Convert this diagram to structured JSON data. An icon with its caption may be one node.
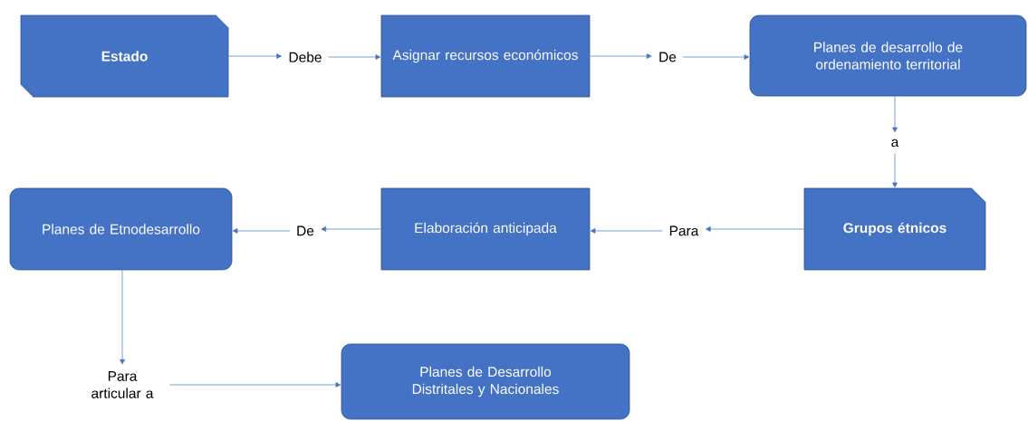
{
  "diagram": {
    "nodes": [
      {
        "text": [
          "Estado"
        ]
      },
      {
        "text": [
          "Debe"
        ]
      },
      {
        "text": [
          "Asignar recursos económicos"
        ]
      },
      {
        "text": [
          "De"
        ]
      },
      {
        "text": [
          "Planes de desarrollo de ordenamiento territorial"
        ]
      },
      {
        "text": [
          "a"
        ]
      },
      {
        "text": [
          "Grupos étnicos"
        ]
      },
      {
        "text": [
          "Para"
        ]
      },
      {
        "text": [
          "Elaboración anticipada"
        ]
      },
      {
        "text": [
          "De"
        ]
      },
      {
        "text": [
          "Planes de Etnodesarrollo"
        ]
      },
      {
        "text": [
          "Para articular a"
        ]
      },
      {
        "text": [
          "Planes de Desarrollo Distritales y Nacionales"
        ]
      }
    ],
    "edges": [
      {
        "from": 0,
        "to": 1,
        "arrow": "to"
      },
      {
        "from": 1,
        "to": 2,
        "arrow": "to"
      },
      {
        "from": 2,
        "to": 3,
        "arrow": "to"
      },
      {
        "from": 3,
        "to": 4,
        "arrow": "to"
      },
      {
        "from": 4,
        "to": 5,
        "arrow": "to"
      },
      {
        "from": 5,
        "to": 6,
        "arrow": "to"
      },
      {
        "from": 6,
        "to": 7,
        "arrow": "to"
      },
      {
        "from": 7,
        "to": 8,
        "arrow": "to"
      },
      {
        "from": 8,
        "to": 9,
        "arrow": "to"
      },
      {
        "from": 9,
        "to": 10,
        "arrow": "to"
      },
      {
        "from": 10,
        "to": 11,
        "arrow": "to"
      },
      {
        "from": 11,
        "to": 12,
        "arrow": "to"
      }
    ]
  }
}
